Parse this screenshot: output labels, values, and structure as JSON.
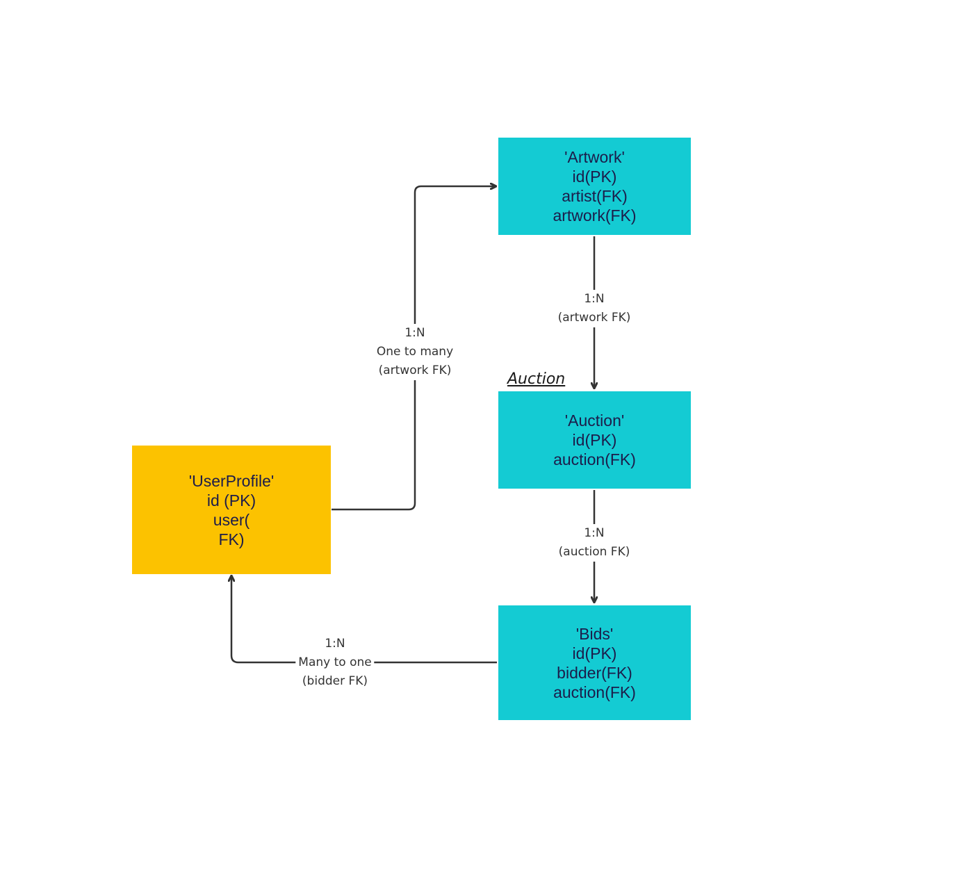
{
  "colors": {
    "table_fill": "#14cbd3",
    "user_fill": "#fcc200",
    "connector": "#333333",
    "table_text": "#1c1c4a"
  },
  "entities": {
    "artwork": {
      "lines": [
        "'Artwork'",
        "id(PK)",
        "artist(FK)",
        "artwork(FK)"
      ]
    },
    "auction": {
      "lines": [
        "'Auction'",
        "id(PK)",
        "auction(FK)"
      ]
    },
    "bids": {
      "lines": [
        "'Bids'",
        "id(PK)",
        "bidder(FK)",
        "auction(FK)"
      ]
    },
    "userprofile": {
      "lines": [
        "'UserProfile'",
        "id (PK)",
        "user(",
        "FK)"
      ]
    }
  },
  "relationships": {
    "user_to_artwork": {
      "lines": [
        "1:N",
        "One to many",
        "(artwork FK)"
      ]
    },
    "artwork_to_auction": {
      "lines": [
        "1:N",
        "(artwork FK)"
      ]
    },
    "auction_to_bids": {
      "lines": [
        "1:N",
        "(auction FK)"
      ]
    },
    "bids_to_user": {
      "lines": [
        "1:N",
        "Many to one",
        "(bidder FK)"
      ]
    }
  },
  "annotations": {
    "auction_heading": "Auction"
  }
}
